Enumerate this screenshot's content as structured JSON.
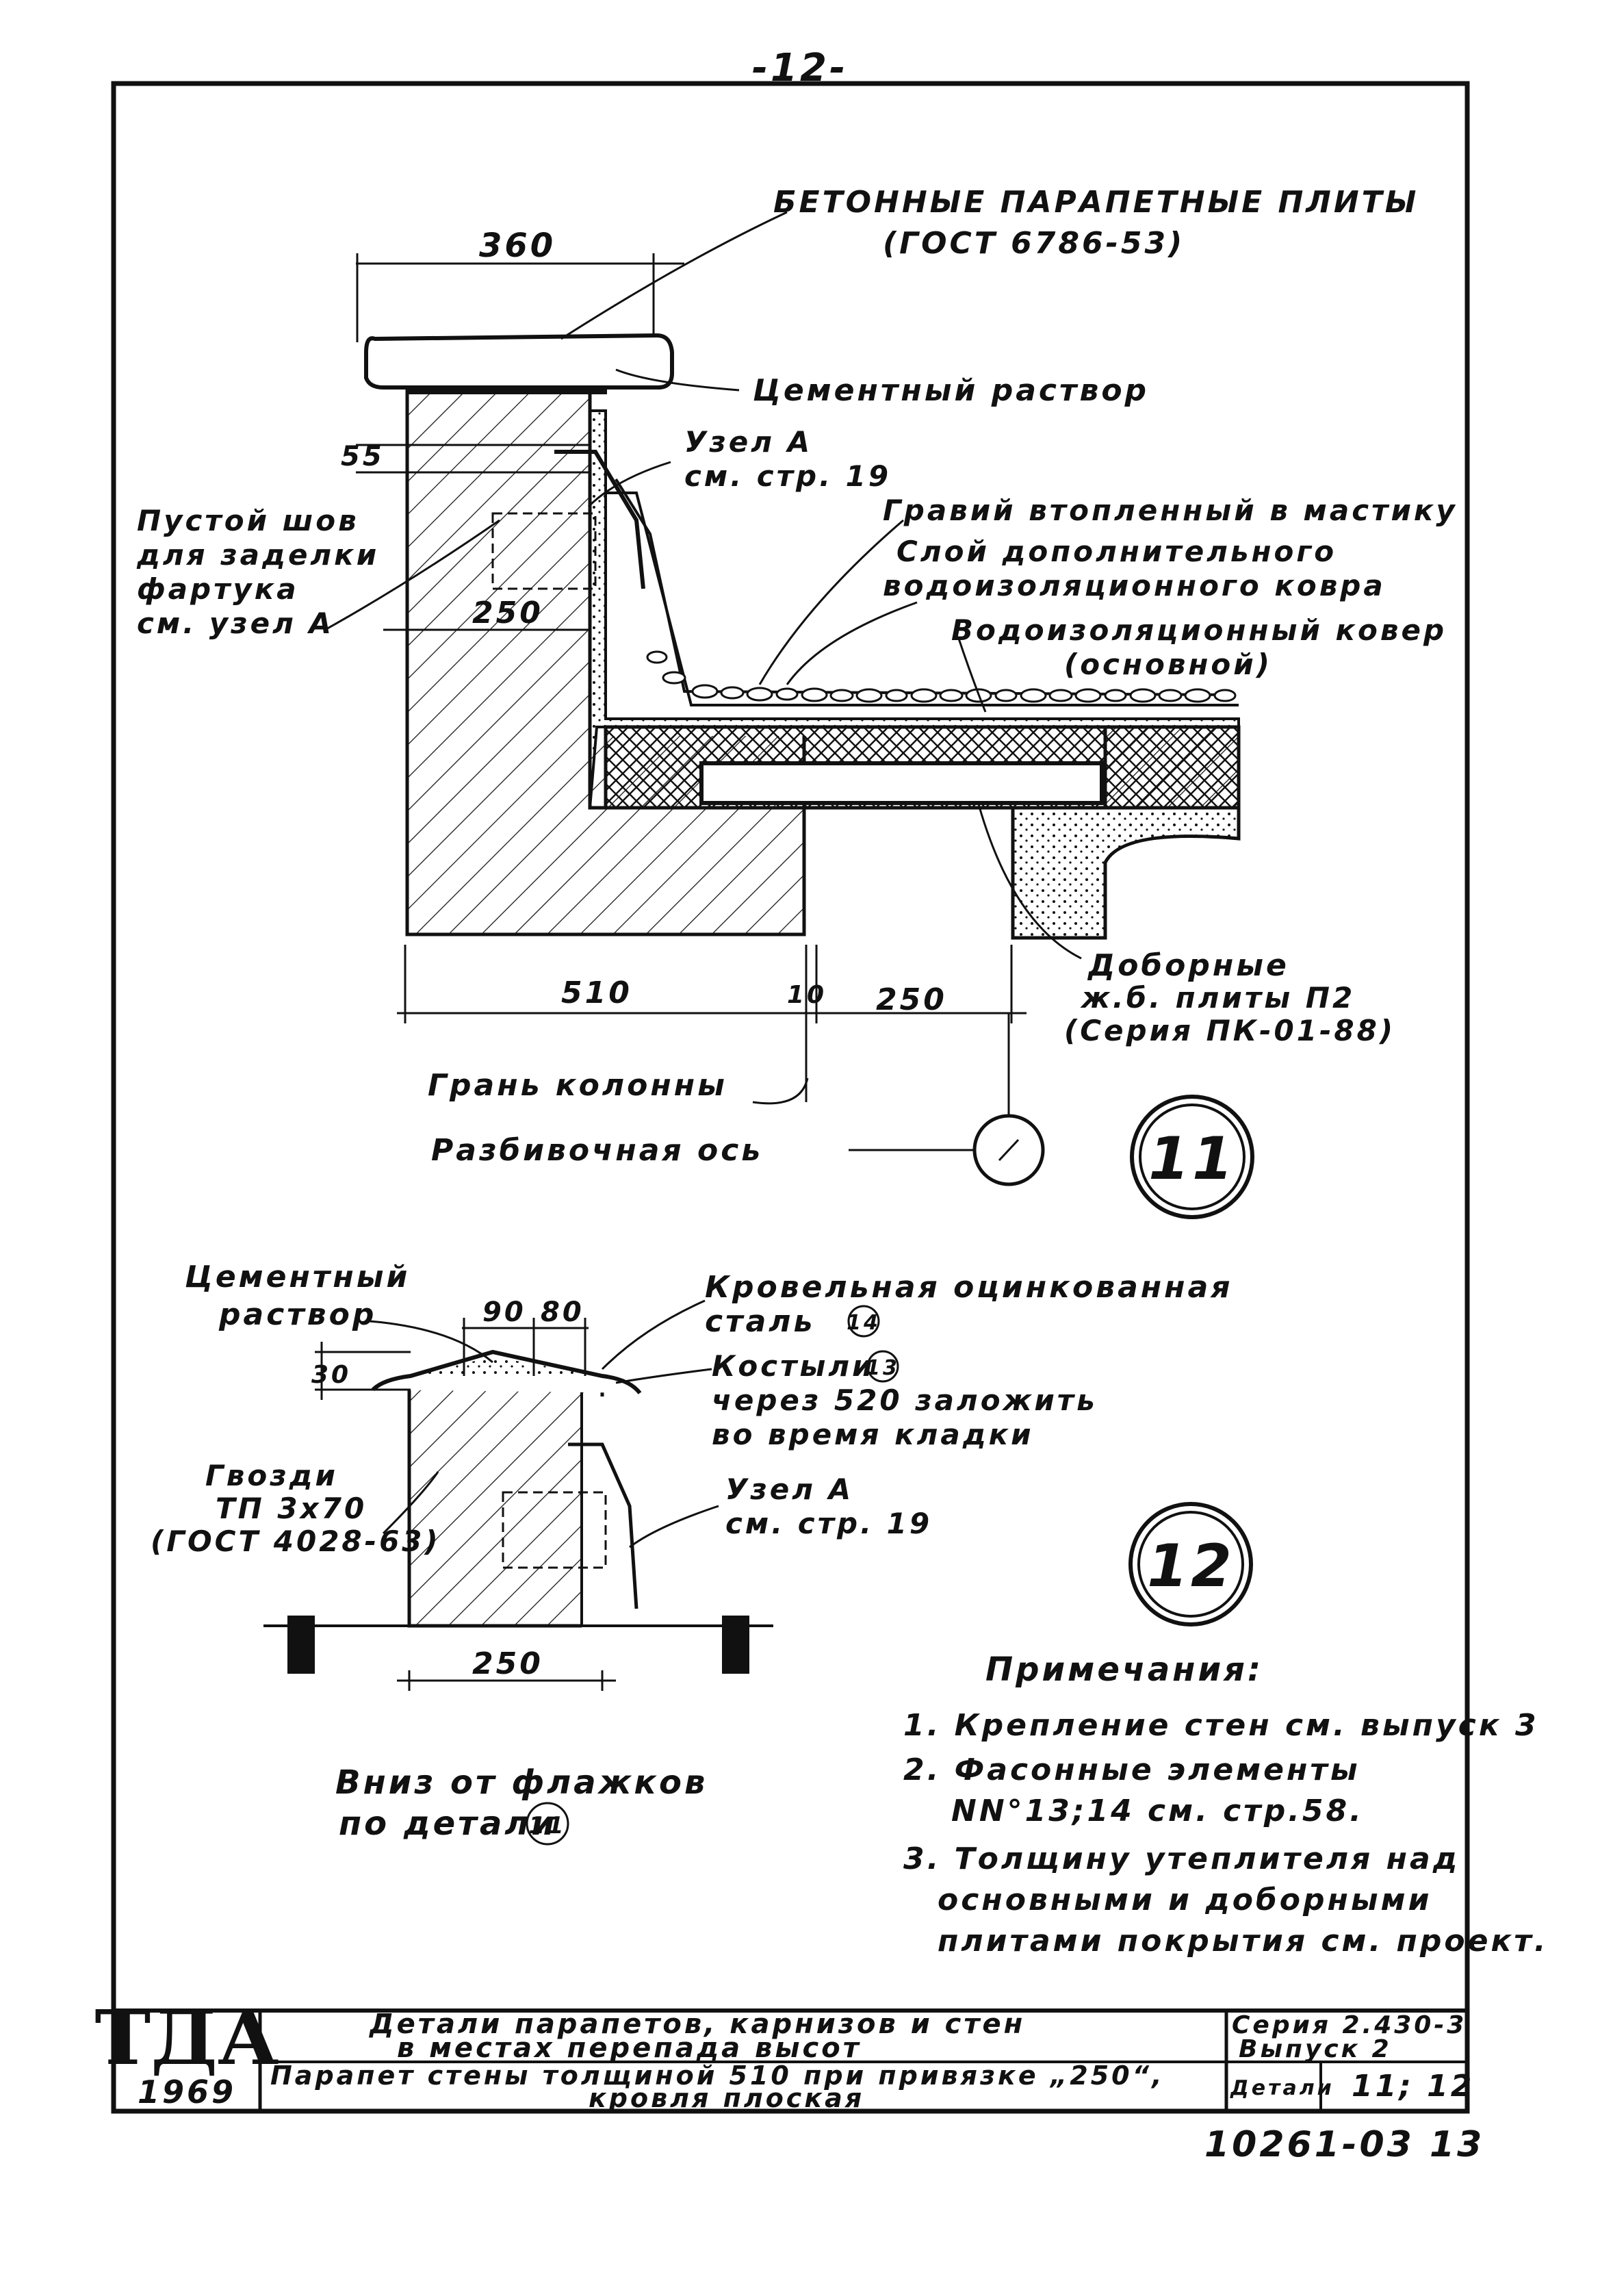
{
  "page_number": "-12-",
  "detail11": {
    "label_parapet_slabs": "БЕТОННЫЕ ПАРАПЕТНЫЕ ПЛИТЫ",
    "label_parapet_gost": "(ГОСТ 6786-53)",
    "label_cement_mortar": "Цементный раствор",
    "label_node_a_1": "Узел А",
    "label_node_a_2": "см. стр. 19",
    "label_empty_joint_1": "Пустой шов",
    "label_empty_joint_2": "для заделки",
    "label_empty_joint_3": "фартука",
    "label_empty_joint_4": "см. узел А",
    "label_gravel": "Гравий втопленный в мастику",
    "label_extra_layer_1": "Слой дополнительного",
    "label_extra_layer_2": "водоизоляционного ковра",
    "label_main_carpet_1": "Водоизоляционный ковер",
    "label_main_carpet_2": "(основной)",
    "label_add_slabs_1": "Доборные",
    "label_add_slabs_2": "ж.б. плиты П2",
    "label_add_slabs_3": "(Серия ПК-01-88)",
    "label_column_face": "Грань колонны",
    "label_axis": "Разбивочная ось",
    "dim_360": "360",
    "dim_55": "55",
    "dim_250_top": "250",
    "dim_510": "510",
    "dim_10": "10",
    "dim_250_bottom": "250",
    "detail_number": "11"
  },
  "detail12": {
    "label_cement_mortar_1": "Цементный",
    "label_cement_mortar_2": "раствор",
    "label_roof_steel_1": "Кровельная оцинкованная",
    "label_roof_steel_2": "сталь",
    "label_roof_steel_ref": "14",
    "label_crutches_1": "Костыли",
    "label_crutches_ref": "13",
    "label_crutches_2": "через 520 заложить",
    "label_crutches_3": "во время кладки",
    "label_nails_1": "Гвозди",
    "label_nails_2": "ТП 3х70",
    "label_nails_3": "(ГОСТ 4028-63)",
    "label_node_a_1": "Узел А",
    "label_node_a_2": "см. стр. 19",
    "label_down_1": "Вниз от флажков",
    "label_down_2": "по детали",
    "label_down_ref": "11",
    "dim_90": "90",
    "dim_80": "80",
    "dim_30": "30",
    "dim_250": "250",
    "detail_number": "12"
  },
  "notes": {
    "title": "Примечания:",
    "items": [
      "1. Крепление стен см. выпуск 3",
      "2. Фасонные элементы",
      "NN°13;14 см. стр.58.",
      "3. Толщину утеплителя над",
      "основными и доборными",
      "плитами покрытия см. проект."
    ]
  },
  "title_block": {
    "logo": "ТДА",
    "year": "1969",
    "title_line1": "Детали парапетов, карнизов и стен",
    "title_line2": "в местах перепада высот",
    "subtitle_line1": "Парапет стены толщиной 510 при привязке „250“,",
    "subtitle_line2": "кровля плоская",
    "series_line1": "Серия 2.430-3",
    "series_line2": "Выпуск 2",
    "detail_label": "Детали",
    "detail_value": "11; 12"
  },
  "sheet_code": "10261-03 13"
}
